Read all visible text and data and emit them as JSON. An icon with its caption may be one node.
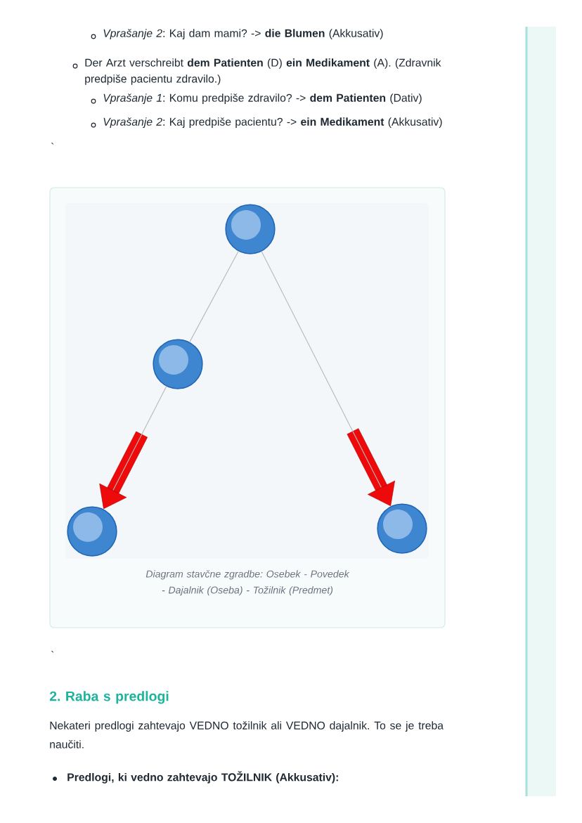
{
  "diagram": {
    "caption": "Diagram stavčne zgradbe: Osebek - Povedek - Dajalnik (Oseba) - Tožilnik (Predmet)",
    "nodes": [
      {
        "text": [],
        "shape": "circle"
      },
      {
        "text": [],
        "shape": "circle"
      },
      {
        "text": [],
        "shape": "circle"
      },
      {
        "text": [],
        "shape": "circle"
      }
    ],
    "edges": [
      {
        "from": 0,
        "to": 1,
        "arrow": "none"
      },
      {
        "from": 1,
        "to": 2,
        "arrow": "to"
      },
      {
        "from": 0,
        "to": 3,
        "arrow": "to"
      }
    ],
    "labels": [
      "*Vprašanje 2*: Kaj dam mami? -> **die Blumen** (Akkusativ)",
      "Der Arzt verschreibt **dem Patienten** (D) **ein Medikament** (A). (Zdravnik predpiše pacientu zdravilo.)",
      "*Vprašanje 1*: Komu predpiše zdravilo? -> **dem Patienten** (Dativ)",
      "*Vprašanje 2*: Kaj predpiše pacientu? -> **ein Medikament** (Akkusativ)",
      "`",
      "`",
      "2. Raba s predlogi",
      "Nekateri predlogi zahtevajo VEDNO tožilnik ali VEDNO dajalnik. To se je treba naučiti.",
      "Predlogi, ki vedno zahtevajo TOŽILNIK (Akkusativ):"
    ]
  }
}
